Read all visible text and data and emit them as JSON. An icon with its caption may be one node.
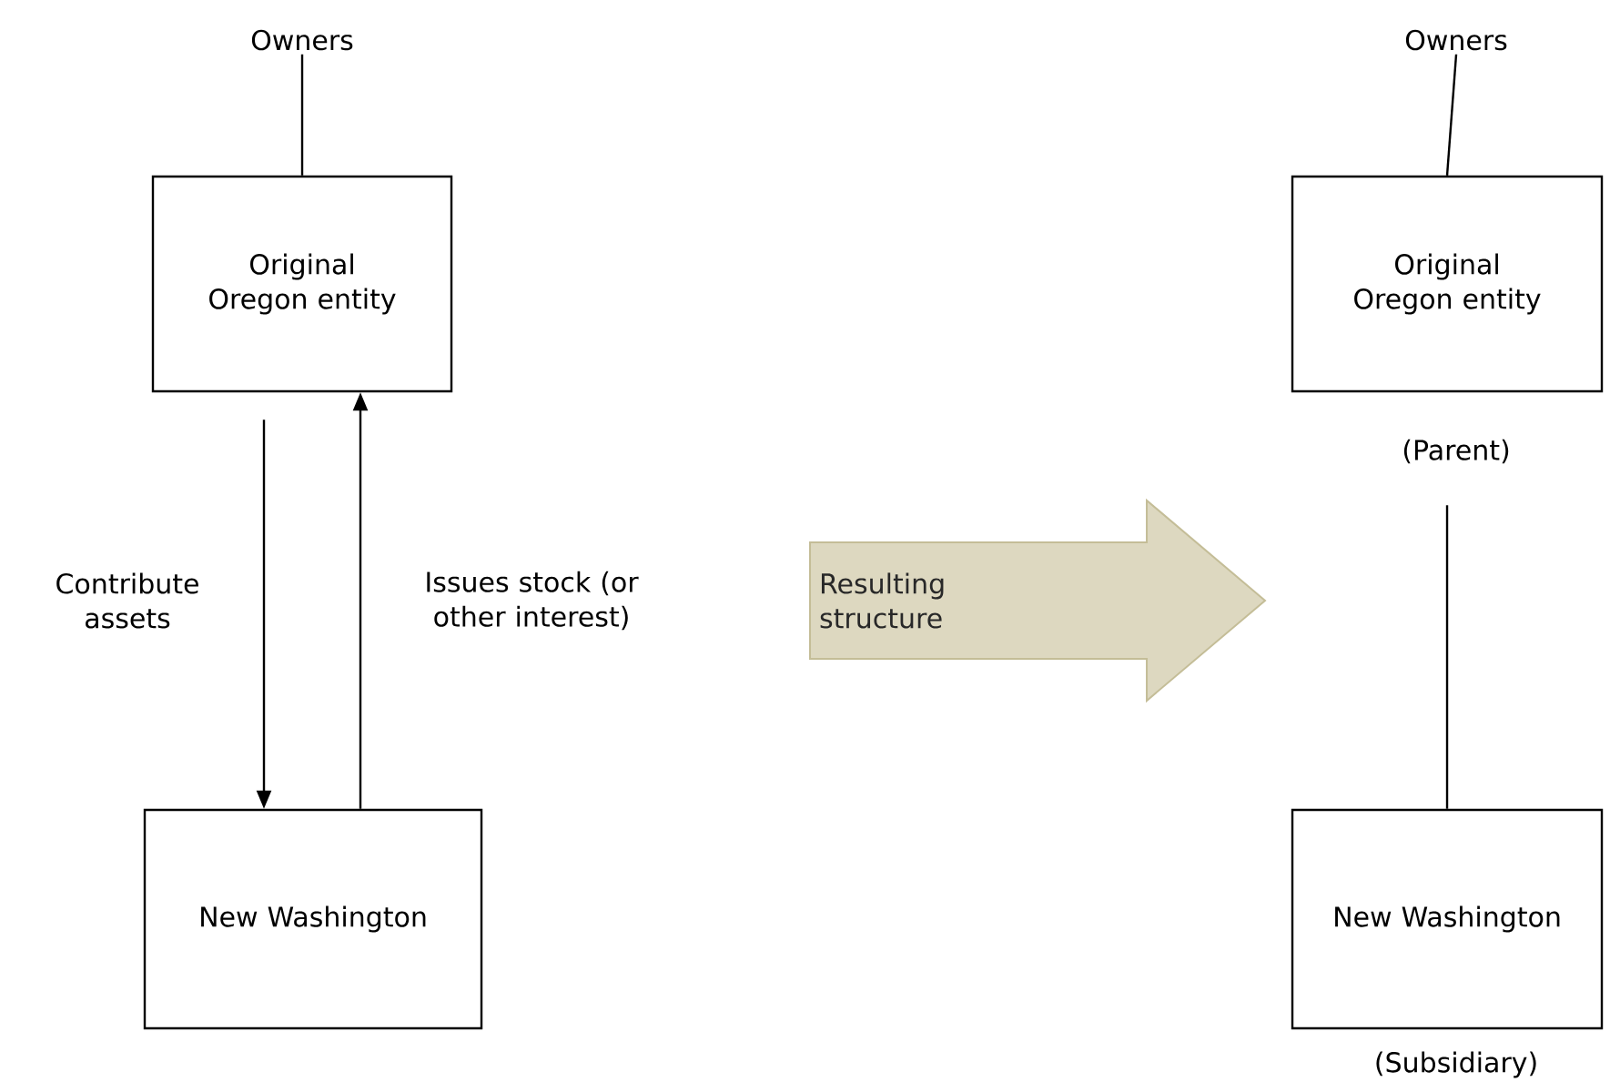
{
  "diagram": {
    "nodes": [
      {
        "text": [
          "Owners"
        ]
      },
      {
        "text": [
          "Original Oregon entity"
        ]
      },
      {
        "text": [
          "New Washington"
        ]
      },
      {
        "text": [
          "Resulting structure"
        ]
      },
      {
        "text": [
          "Owners"
        ]
      },
      {
        "text": [
          "Original Oregon entity"
        ],
        "beside": [
          "(Parent)"
        ]
      },
      {
        "text": [
          "New Washington"
        ],
        "beside": [
          "(Subsidiary)"
        ]
      }
    ],
    "edges": [
      {
        "from": 0,
        "to": 1,
        "arrow": "none"
      },
      {
        "from": 1,
        "to": 2,
        "arrow": "to",
        "label": "Contribute assets"
      },
      {
        "from": 2,
        "to": 1,
        "arrow": "to",
        "label": "Issues stock (or other interest)"
      },
      {
        "from": 4,
        "to": 5,
        "arrow": "none"
      },
      {
        "from": 5,
        "to": 6,
        "arrow": "none"
      }
    ]
  }
}
